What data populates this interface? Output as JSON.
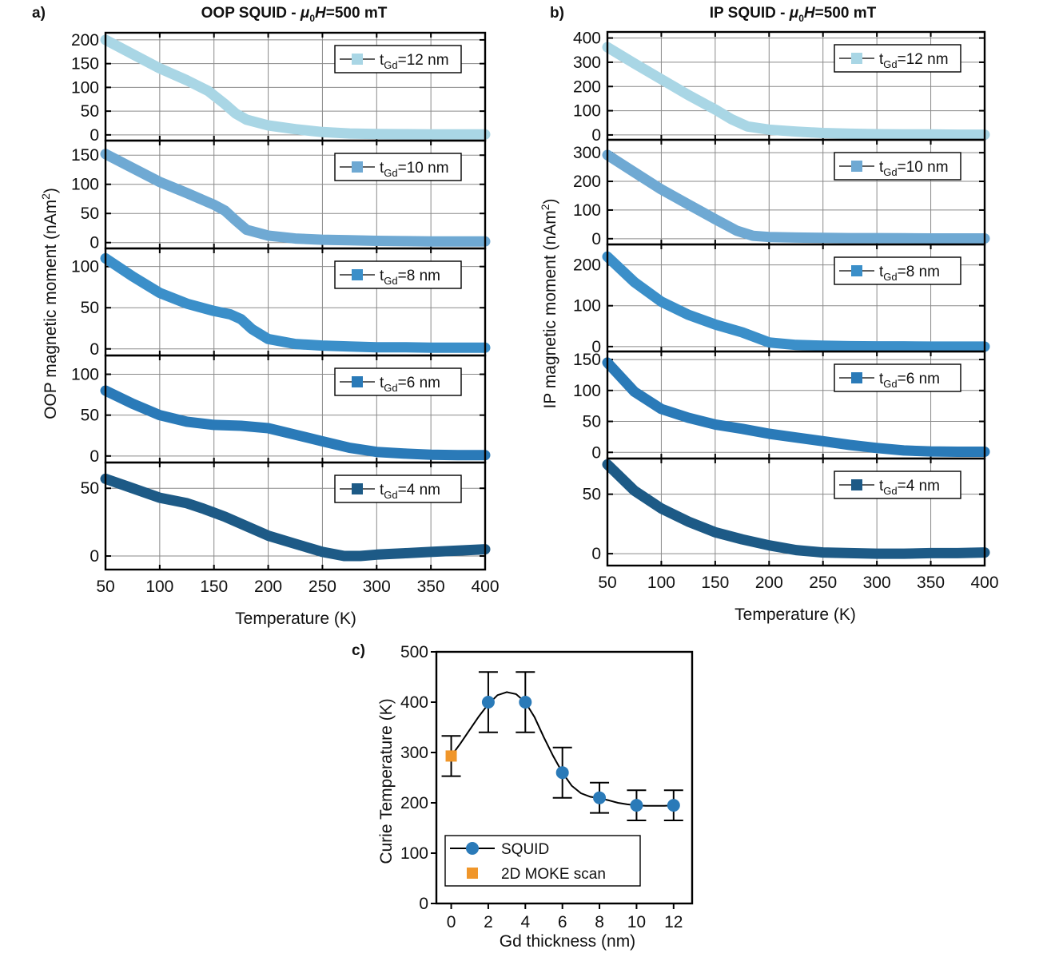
{
  "panels": {
    "a": {
      "letter": "a)",
      "title_prefix": "OOP SQUID - ",
      "title_mu": "μ",
      "title_sub": "0",
      "title_h": "H",
      "title_suffix": "=500 mT",
      "ylabel_text": "OOP magnetic moment (nAm",
      "ylabel_sup": "2",
      "ylabel_close": ")",
      "xlabel": "Temperature (K)"
    },
    "b": {
      "letter": "b)",
      "title_prefix": "IP SQUID - ",
      "title_mu": "μ",
      "title_sub": "0",
      "title_h": "H",
      "title_suffix": "=500 mT",
      "ylabel_text": "IP magnetic moment (nAm",
      "ylabel_sup": "2",
      "ylabel_close": ")",
      "xlabel": "Temperature (K)"
    },
    "c": {
      "letter": "c)",
      "xlabel": "Gd thickness (nm)",
      "ylabel": "Curie Temperature (K)"
    }
  },
  "colors": {
    "t12": "#a9d6e5",
    "t10": "#6fa9d3",
    "t8": "#3b8fc9",
    "t6": "#2a7ab8",
    "t4": "#1d5a86",
    "squid": "#2a7ab8",
    "moke": "#f0962a"
  },
  "legend_prefix": "t",
  "legend_sub": "Gd",
  "chart_data": [
    {
      "id": "a",
      "type": "line",
      "title": "OOP SQUID - μ0H=500 mT",
      "xlabel": "Temperature (K)",
      "ylabel": "OOP magnetic moment (nAm2)",
      "xlim": [
        50,
        400
      ],
      "xticks": [
        50,
        100,
        150,
        200,
        250,
        300,
        350,
        400
      ],
      "grid": true,
      "legend_position": "top-right",
      "subplots": [
        {
          "legend": "=12 nm",
          "color_key": "t12",
          "ylim": [
            -12,
            215
          ],
          "yticks": [
            0,
            50,
            100,
            150,
            200
          ],
          "x": [
            50,
            75,
            100,
            125,
            145,
            160,
            170,
            180,
            200,
            225,
            250,
            275,
            300,
            325,
            350,
            375,
            400
          ],
          "y": [
            200,
            170,
            140,
            115,
            92,
            65,
            45,
            32,
            20,
            12,
            6,
            3,
            2,
            1.5,
            1,
            1,
            1
          ]
        },
        {
          "legend": "=10 nm",
          "color_key": "t10",
          "ylim": [
            -10,
            175
          ],
          "yticks": [
            0,
            50,
            100,
            150
          ],
          "x": [
            50,
            75,
            100,
            125,
            150,
            160,
            170,
            180,
            200,
            225,
            250,
            275,
            300,
            325,
            350,
            375,
            400
          ],
          "y": [
            152,
            128,
            104,
            85,
            65,
            55,
            38,
            22,
            12,
            7,
            5,
            4,
            3,
            2.5,
            2,
            2,
            2
          ]
        },
        {
          "legend": "=8 nm",
          "color_key": "t8",
          "ylim": [
            -8,
            122
          ],
          "yticks": [
            0,
            50,
            100
          ],
          "x": [
            50,
            75,
            100,
            125,
            150,
            165,
            175,
            185,
            200,
            225,
            250,
            275,
            300,
            325,
            350,
            375,
            400
          ],
          "y": [
            110,
            88,
            68,
            55,
            46,
            42,
            36,
            24,
            12,
            6,
            4,
            3,
            2,
            2,
            1.5,
            1.5,
            1.5
          ]
        },
        {
          "legend": "=6 nm",
          "color_key": "t6",
          "ylim": [
            -8,
            123
          ],
          "yticks": [
            0,
            50,
            100
          ],
          "x": [
            50,
            75,
            100,
            125,
            150,
            175,
            200,
            225,
            250,
            275,
            300,
            325,
            350,
            375,
            400
          ],
          "y": [
            80,
            64,
            50,
            42,
            38,
            37,
            34,
            26,
            18,
            10,
            5,
            3,
            1.5,
            1,
            1
          ]
        },
        {
          "legend": "=4 nm",
          "color_key": "t4",
          "ylim": [
            -10,
            69
          ],
          "yticks": [
            0,
            50
          ],
          "x": [
            50,
            75,
            100,
            125,
            140,
            160,
            180,
            200,
            225,
            250,
            270,
            285,
            300,
            325,
            350,
            375,
            400
          ],
          "y": [
            57,
            50,
            43,
            39,
            35,
            29,
            22,
            15,
            9,
            3,
            0,
            0,
            1,
            2,
            3,
            4,
            5
          ]
        }
      ]
    },
    {
      "id": "b",
      "type": "line",
      "title": "IP SQUID - μ0H=500 mT",
      "xlabel": "Temperature (K)",
      "ylabel": "IP magnetic moment (nAm2)",
      "xlim": [
        50,
        400
      ],
      "xticks": [
        50,
        100,
        150,
        200,
        250,
        300,
        350,
        400
      ],
      "grid": true,
      "legend_position": "top-right",
      "subplots": [
        {
          "legend": "=12 nm",
          "color_key": "t12",
          "ylim": [
            -20,
            425
          ],
          "yticks": [
            0,
            100,
            200,
            300,
            400
          ],
          "x": [
            50,
            75,
            100,
            125,
            150,
            165,
            180,
            200,
            225,
            250,
            275,
            300,
            325,
            350,
            375,
            400
          ],
          "y": [
            362,
            295,
            230,
            165,
            105,
            65,
            35,
            22,
            14,
            8,
            5,
            3,
            2,
            2,
            1,
            1
          ]
        },
        {
          "legend": "=10 nm",
          "color_key": "t10",
          "ylim": [
            -20,
            345
          ],
          "yticks": [
            0,
            100,
            200,
            300
          ],
          "x": [
            50,
            75,
            100,
            125,
            150,
            170,
            185,
            200,
            225,
            250,
            275,
            300,
            325,
            350,
            375,
            400
          ],
          "y": [
            292,
            232,
            172,
            120,
            68,
            28,
            10,
            6,
            4,
            3,
            2,
            2,
            1.5,
            1,
            1,
            1
          ]
        },
        {
          "legend": "=8 nm",
          "color_key": "t8",
          "ylim": [
            -12,
            250
          ],
          "yticks": [
            0,
            100,
            200
          ],
          "x": [
            50,
            75,
            100,
            125,
            150,
            175,
            200,
            225,
            250,
            275,
            300,
            325,
            350,
            375,
            400
          ],
          "y": [
            220,
            158,
            110,
            78,
            54,
            35,
            10,
            4,
            2,
            1,
            0.5,
            0.5,
            0,
            0,
            0
          ]
        },
        {
          "legend": "=6 nm",
          "color_key": "t6",
          "ylim": [
            -10,
            163
          ],
          "yticks": [
            0,
            50,
            100,
            150
          ],
          "x": [
            50,
            75,
            100,
            125,
            150,
            175,
            200,
            225,
            250,
            275,
            300,
            325,
            350,
            375,
            400
          ],
          "y": [
            145,
            98,
            70,
            56,
            45,
            38,
            30,
            24,
            18,
            12,
            7,
            3,
            1.5,
            1,
            1
          ]
        },
        {
          "legend": "=4 nm",
          "color_key": "t4",
          "ylim": [
            -10,
            80
          ],
          "yticks": [
            0,
            50
          ],
          "x": [
            50,
            75,
            100,
            125,
            150,
            175,
            200,
            225,
            250,
            275,
            300,
            325,
            350,
            375,
            400
          ],
          "y": [
            75,
            53,
            38,
            27,
            18,
            12,
            7,
            3,
            1,
            0.5,
            0,
            0,
            0.5,
            0.5,
            1
          ]
        }
      ]
    },
    {
      "id": "c",
      "type": "scatter",
      "xlabel": "Gd thickness (nm)",
      "ylabel": "Curie Temperature (K)",
      "xlim": [
        -0.8,
        13
      ],
      "ylim": [
        0,
        500
      ],
      "xticks": [
        0,
        2,
        4,
        6,
        8,
        10,
        12
      ],
      "yticks": [
        0,
        100,
        200,
        300,
        400,
        500
      ],
      "grid": false,
      "legend_position": "bottom-left",
      "series": [
        {
          "name": "SQUID",
          "color_key": "squid",
          "marker": "circle",
          "x": [
            2,
            4,
            6,
            8,
            10,
            12
          ],
          "y": [
            400,
            400,
            260,
            210,
            195,
            195
          ],
          "err": [
            60,
            60,
            50,
            30,
            30,
            30
          ]
        },
        {
          "name": "2D MOKE scan",
          "color_key": "moke",
          "marker": "square",
          "x": [
            0
          ],
          "y": [
            293
          ],
          "err": [
            40
          ]
        }
      ],
      "fit_curve": {
        "x": [
          0,
          0.5,
          1,
          1.5,
          2,
          2.5,
          3,
          3.5,
          4,
          4.5,
          5,
          5.5,
          6,
          6.5,
          7,
          7.5,
          8,
          8.5,
          9,
          9.5,
          10,
          10.5,
          11,
          11.5,
          12
        ],
        "y": [
          293,
          318,
          345,
          372,
          396,
          414,
          420,
          416,
          400,
          370,
          330,
          293,
          260,
          234,
          219,
          212,
          209,
          205,
          200,
          197,
          195,
          194,
          194,
          194,
          195
        ]
      }
    }
  ]
}
